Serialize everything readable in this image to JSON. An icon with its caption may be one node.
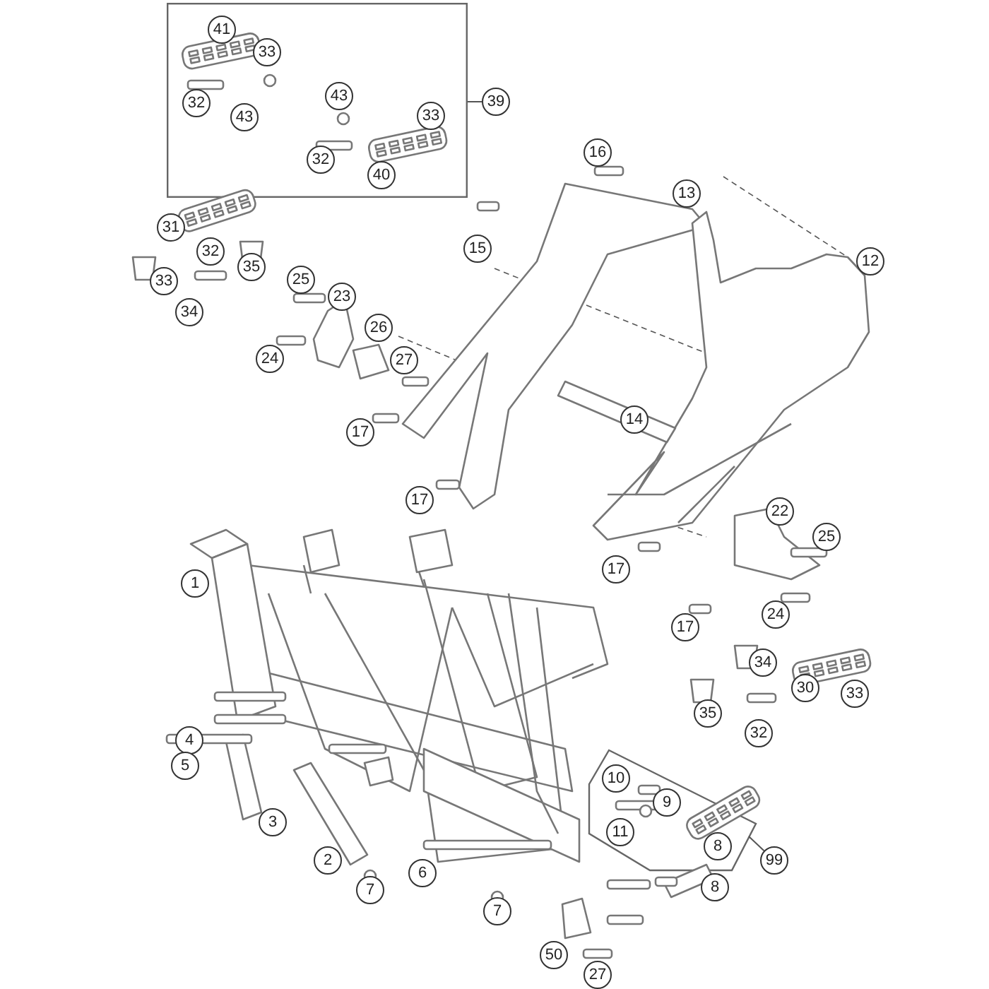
{
  "diagram": {
    "nodes": [
      {
        "text": [],
        "shape": "box"
      },
      {
        "text": [
          "41"
        ],
        "in": 0
      },
      {
        "text": [
          "33"
        ],
        "in": 0
      },
      {
        "text": [
          "32"
        ],
        "in": 0
      },
      {
        "text": [
          "43"
        ],
        "in": 0
      },
      {
        "text": [
          "43"
        ],
        "in": 0
      },
      {
        "text": [
          "33"
        ],
        "in": 0
      },
      {
        "text": [
          "32"
        ],
        "in": 0
      },
      {
        "text": [
          "40"
        ],
        "in": 0
      },
      {
        "text": [
          "39"
        ]
      },
      {
        "text": [
          "16"
        ]
      },
      {
        "text": [
          "13"
        ]
      },
      {
        "text": [
          "31"
        ]
      },
      {
        "text": [
          "32"
        ]
      },
      {
        "text": [
          "15"
        ]
      },
      {
        "text": [
          "35"
        ]
      },
      {
        "text": [
          "12"
        ]
      },
      {
        "text": [
          "33"
        ]
      },
      {
        "text": [
          "34"
        ]
      },
      {
        "text": [
          "25"
        ]
      },
      {
        "text": [
          "23"
        ]
      },
      {
        "text": [
          "26"
        ]
      },
      {
        "text": [
          "24"
        ]
      },
      {
        "text": [
          "27"
        ]
      },
      {
        "text": [
          "17"
        ]
      },
      {
        "text": [
          "14"
        ]
      },
      {
        "text": [
          "17"
        ]
      },
      {
        "text": [
          "22"
        ]
      },
      {
        "text": [
          "25"
        ]
      },
      {
        "text": [
          "1"
        ]
      },
      {
        "text": [
          "17"
        ]
      },
      {
        "text": [
          "24"
        ]
      },
      {
        "text": [
          "17"
        ]
      },
      {
        "text": [
          "34"
        ]
      },
      {
        "text": [
          "30"
        ]
      },
      {
        "text": [
          "33"
        ]
      },
      {
        "text": [
          "35"
        ]
      },
      {
        "text": [
          "32"
        ]
      },
      {
        "text": [
          "4"
        ]
      },
      {
        "text": [],
        "shape": "box"
      },
      {
        "text": [
          "10"
        ],
        "in": 39
      },
      {
        "text": [
          "9"
        ],
        "in": 39
      },
      {
        "text": [
          "5"
        ]
      },
      {
        "text": [
          "11"
        ],
        "in": 39
      },
      {
        "text": [
          "3"
        ]
      },
      {
        "text": [
          "8"
        ],
        "in": 39
      },
      {
        "text": [
          "99"
        ]
      },
      {
        "text": [
          "2"
        ]
      },
      {
        "text": [
          "6"
        ]
      },
      {
        "text": [
          "7"
        ]
      },
      {
        "text": [
          "8"
        ]
      },
      {
        "text": [
          "7"
        ]
      },
      {
        "text": [
          "50"
        ]
      },
      {
        "text": [
          "27"
        ]
      }
    ],
    "edges": [
      {
        "from": 0,
        "to": 9,
        "arrow": "none"
      },
      {
        "from": 39,
        "to": 46,
        "arrow": "none"
      }
    ]
  }
}
